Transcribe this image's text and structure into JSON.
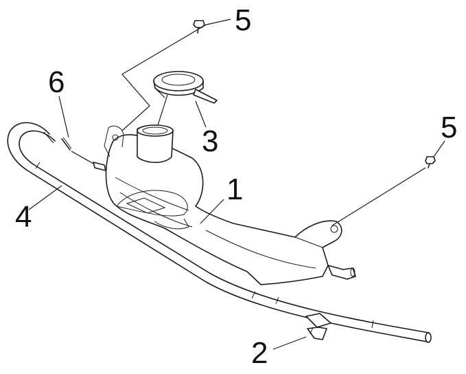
{
  "callouts": [
    {
      "id": "c1",
      "label": "1"
    },
    {
      "id": "c2",
      "label": "2"
    },
    {
      "id": "c3",
      "label": "3"
    },
    {
      "id": "c4",
      "label": "4"
    },
    {
      "id": "c5a",
      "label": "5"
    },
    {
      "id": "c5b",
      "label": "5"
    },
    {
      "id": "c6",
      "label": "6"
    }
  ],
  "colors": {
    "line": "#1a1a1a",
    "background": "#ffffff"
  }
}
